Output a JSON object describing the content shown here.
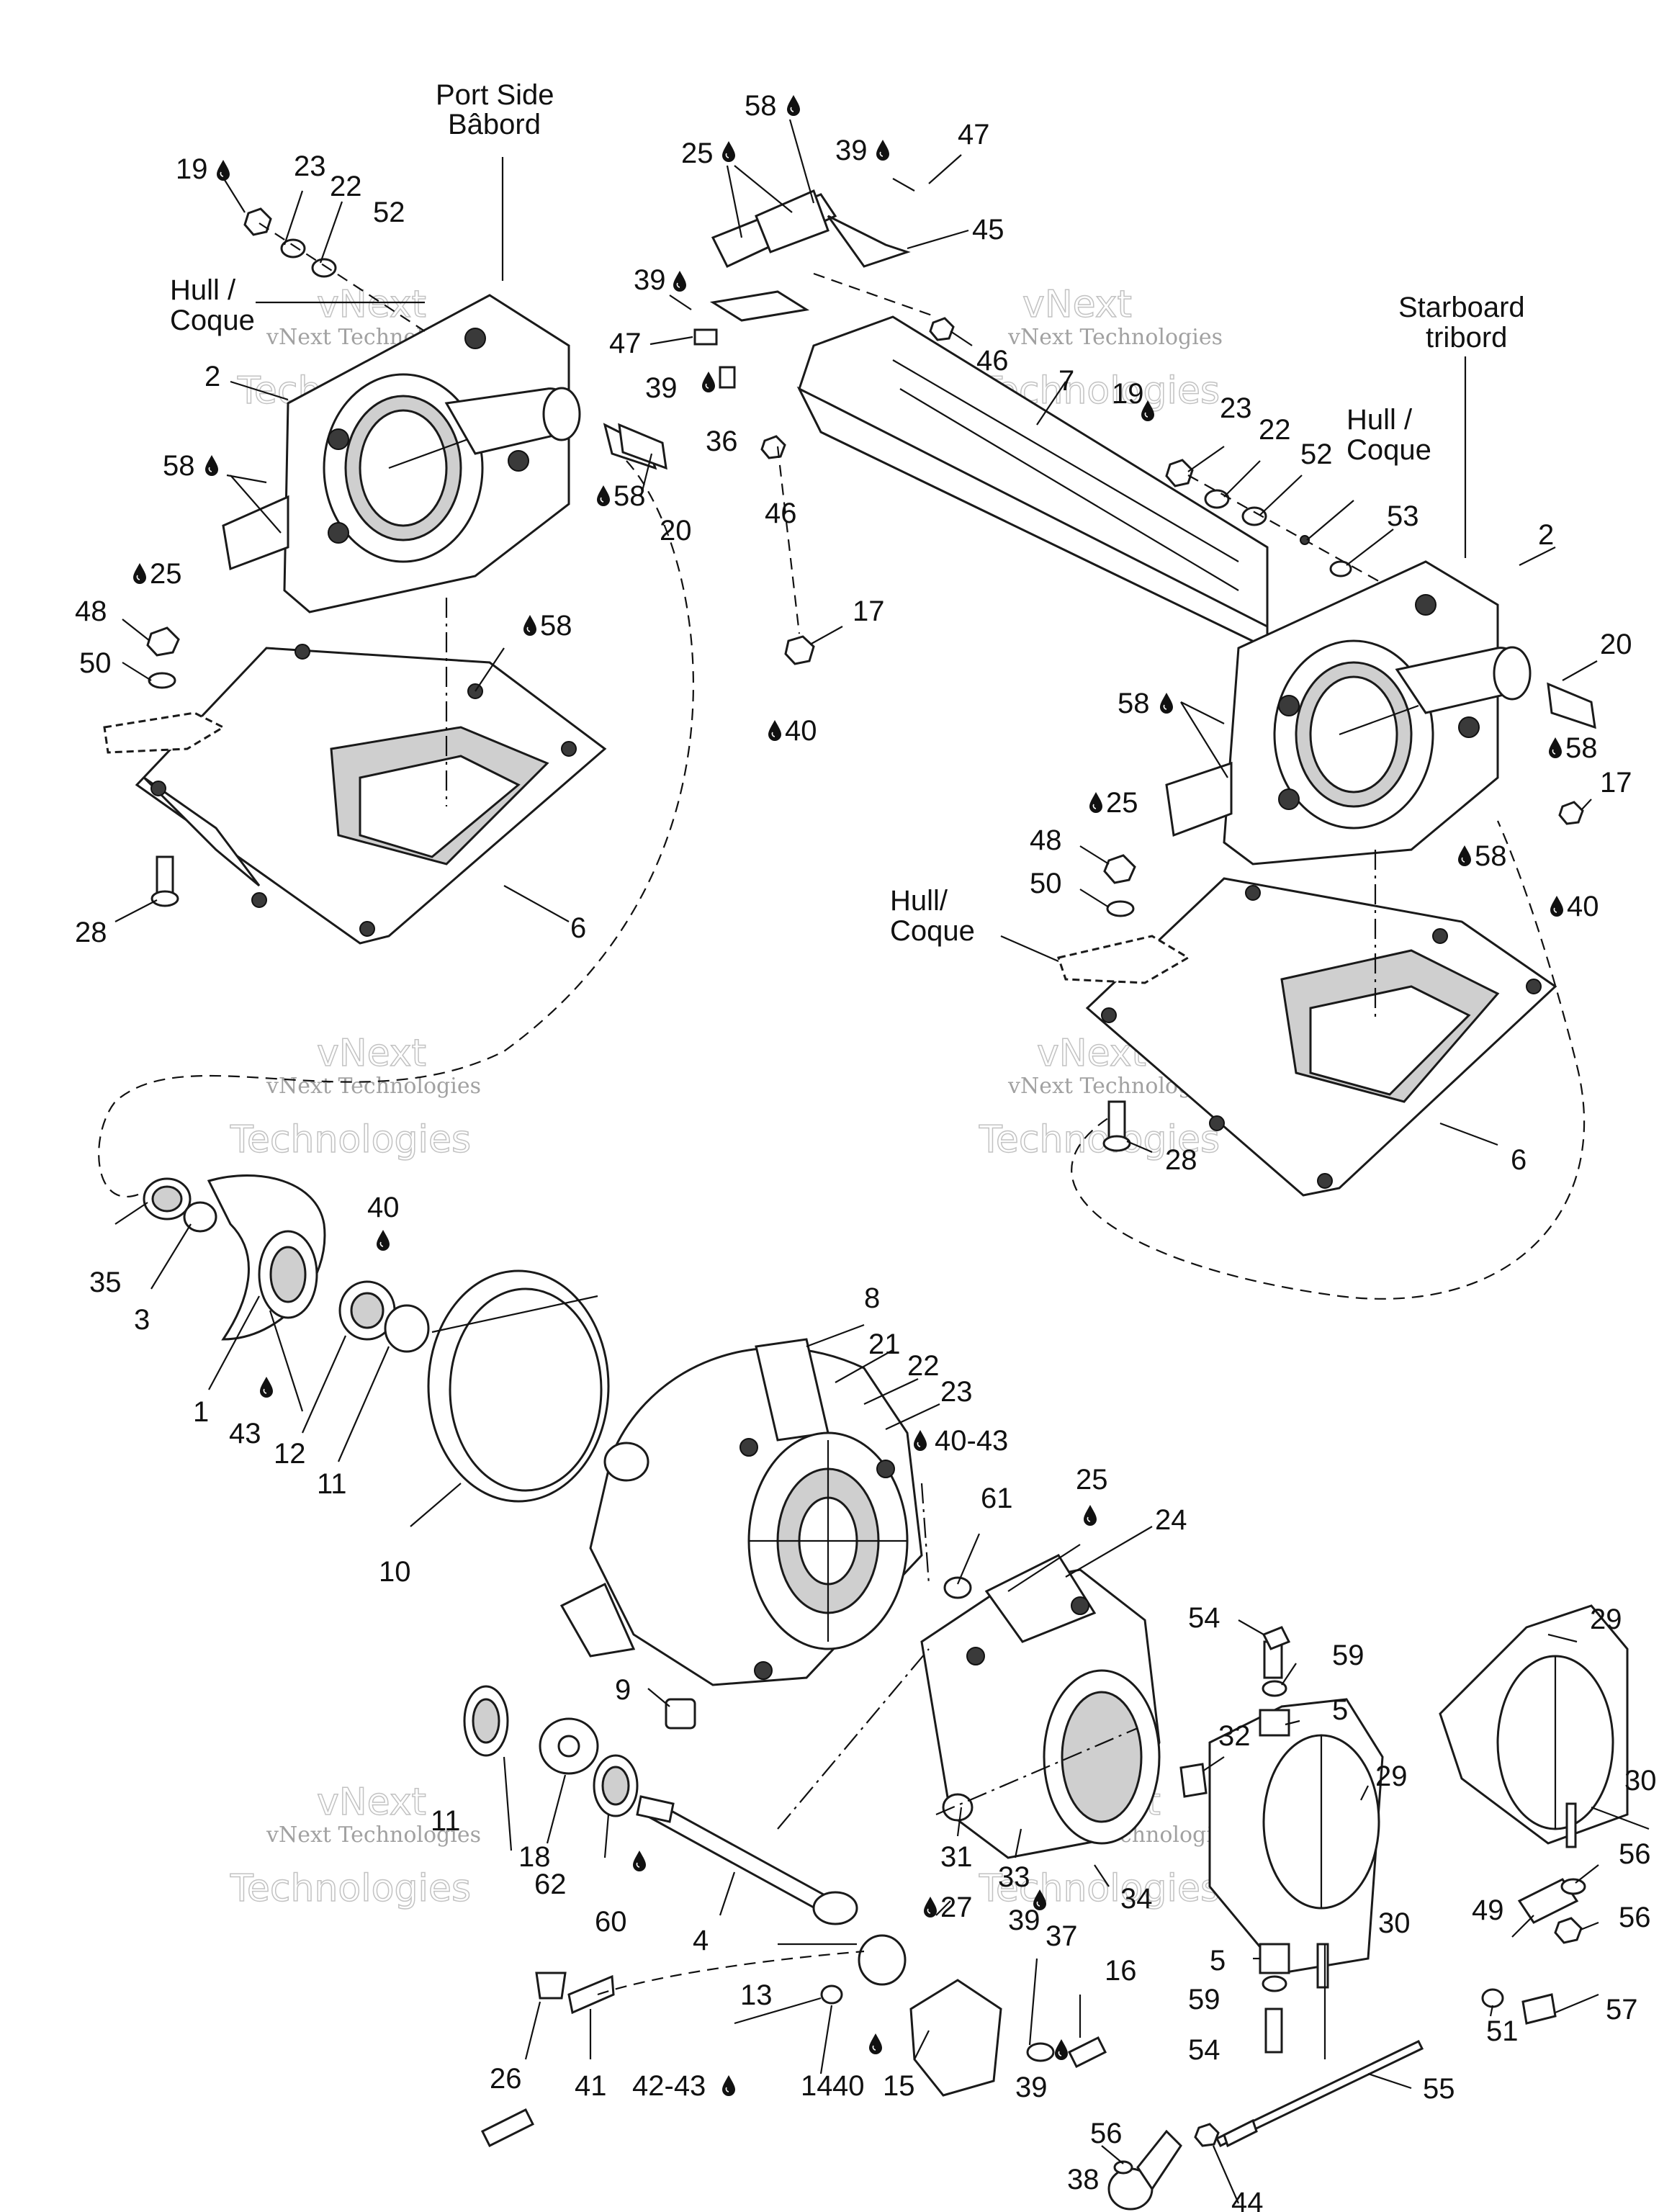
{
  "callouts": {
    "port_side": "Port Side",
    "babord": "Bâbord",
    "starboard": "Starboard",
    "tribord": "tribord",
    "hull1": "Hull /",
    "coque1": "Coque",
    "hull2": "Hull /",
    "coque2": "Coque",
    "hull3": "Hull/",
    "coque3": "Coque"
  },
  "watermark": {
    "line1": "vNext Technologies",
    "line2": "vNext",
    "line3": "Technologies"
  },
  "icons": {
    "lubricant": "drop-icon"
  },
  "labels": {
    "l19a": "19",
    "l23a": "23",
    "l22a": "22",
    "l52a": "52",
    "l2a": "2",
    "l58a": "58",
    "l58b": "58",
    "l20a": "20",
    "l25a": "25",
    "l48a": "48",
    "l50a": "50",
    "l58c": "58",
    "l28a": "28",
    "l6a": "6",
    "l58d": "58",
    "l39a": "39",
    "l47a": "47",
    "l25b": "25",
    "l45": "45",
    "l39b": "39",
    "l47b": "47",
    "l39c": "39",
    "l36": "36",
    "l46a": "46",
    "l46b": "46",
    "l7": "7",
    "l17a": "17",
    "l40a": "40",
    "l19b": "19",
    "l23b": "23",
    "l22b": "22",
    "l52b": "52",
    "l53": "53",
    "l2b": "2",
    "l20b": "20",
    "l58e": "58",
    "l58f": "58",
    "l17b": "17",
    "l40b": "40",
    "l25c": "25",
    "l48b": "48",
    "l50b": "50",
    "l58g": "58",
    "l28b": "28",
    "l6b": "6",
    "l35": "35",
    "l3": "3",
    "l1": "1",
    "l43": "43",
    "l12": "12",
    "l11a": "11",
    "l40c": "40",
    "l10": "10",
    "l8": "8",
    "l21": "21",
    "l22c": "22",
    "l23c": "23",
    "l4043": "40-43",
    "l61": "61",
    "l25d": "25",
    "l24": "24",
    "l9": "9",
    "l29a": "29",
    "l29b": "29",
    "l54a": "54",
    "l59a": "59",
    "l5a": "5",
    "l32": "32",
    "l30a": "30",
    "l56a": "56",
    "l49": "49",
    "l56b": "56",
    "l30b": "30",
    "l5b": "5",
    "l59b": "59",
    "l54b": "54",
    "l51": "51",
    "l57": "57",
    "l55": "55",
    "l56c": "56",
    "l38": "38",
    "l44": "44",
    "l11b": "11",
    "l18": "18",
    "l62": "62",
    "l60": "60",
    "l4": "4",
    "l13": "13",
    "l27": "27",
    "l37": "37",
    "l16": "16",
    "l31": "31",
    "l33": "33",
    "l34": "34",
    "l39d": "39",
    "l26": "26",
    "l41": "41",
    "l4243": "42-43",
    "l14": "14",
    "l40d": "40",
    "l15": "15",
    "l39e": "39"
  }
}
